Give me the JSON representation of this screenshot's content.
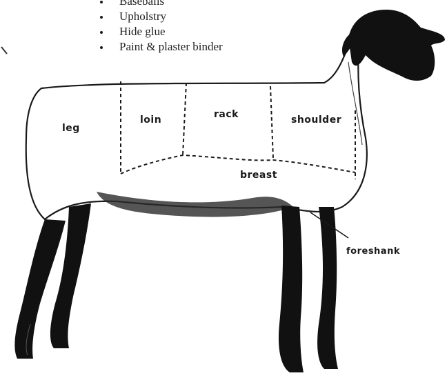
{
  "bullet_list": [
    "Baseballs",
    "Upholstry",
    "Hide glue",
    "Paint & plaster binder"
  ],
  "cuts": {
    "leg": "leg",
    "loin": "loin",
    "rack": "rack",
    "shoulder": "shoulder",
    "breast": "breast",
    "foreshank": "foreshank"
  }
}
